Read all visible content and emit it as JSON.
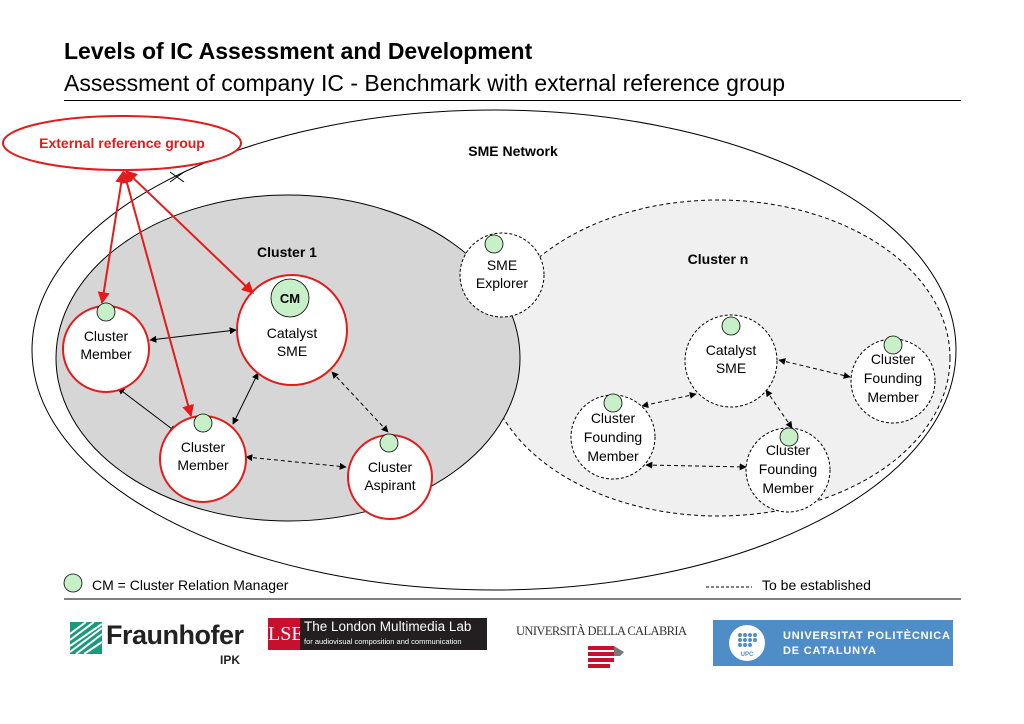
{
  "header": {
    "title": "Levels of IC Assessment and Development",
    "subtitle": "Assessment of company IC - Benchmark with external reference group"
  },
  "diagram": {
    "external_group": "External reference group",
    "network_label": "SME Network",
    "cluster1_label": "Cluster 1",
    "clustern_label": "Cluster n",
    "cm_badge": "CM",
    "nodes": {
      "c1_member_left": [
        "Cluster",
        "Member"
      ],
      "c1_catalyst": [
        "Catalyst",
        "SME"
      ],
      "c1_member_bottom": [
        "Cluster",
        "Member"
      ],
      "c1_aspirant": [
        "Cluster",
        "Aspirant"
      ],
      "sme_explorer": [
        "SME",
        "Explorer"
      ],
      "cn_catalyst": [
        "Catalyst",
        "SME"
      ],
      "cn_founding_left": [
        "Cluster",
        "Founding",
        "Member"
      ],
      "cn_founding_right": [
        "Cluster",
        "Founding",
        "Member"
      ],
      "cn_founding_bottom": [
        "Cluster",
        "Founding",
        "Member"
      ]
    },
    "colors": {
      "red": "#e31b1b",
      "cm_fill": "#c8f0c8",
      "cluster1_fill": "#d6d6d6",
      "clustern_fill": "#f0f0f0"
    }
  },
  "legend": {
    "cm": "CM = Cluster Relation Manager",
    "dashed": "To be established"
  },
  "logos": {
    "fraunhofer": "Fraunhofer",
    "fraunhofer_sub": "IPK",
    "lse_mark": "LSE",
    "lse_title": "The London Multimedia Lab",
    "lse_sub": "for audiovisual composition and communication",
    "unical": "UNIVERSITÀ DELLA CALABRIA",
    "upc_mark": "UPC",
    "upc_line1": "UNIVERSITAT POLITÈCNICA",
    "upc_line2": "DE CATALUNYA"
  }
}
